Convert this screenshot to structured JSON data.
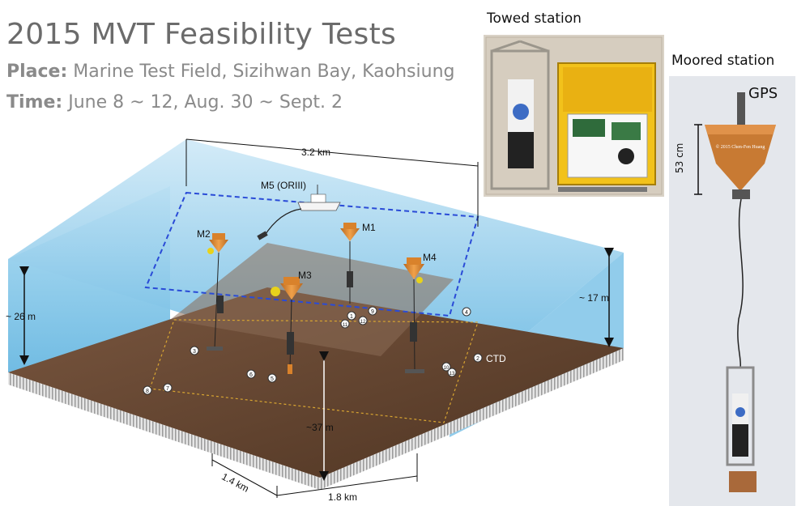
{
  "header": {
    "title": "2015 MVT Feasibility Tests",
    "place_label": "Place:",
    "place_value": "Marine Test Field, Sizihwan Bay, Kaohsiung",
    "time_label": "Time:",
    "time_value": "June 8 ~ 12, Aug. 30 ~ Sept. 2"
  },
  "towed": {
    "label": "Towed station"
  },
  "moored": {
    "label": "Moored station",
    "gps_label": "GPS",
    "height_label": "53 cm",
    "copyright": "© 2015 Chen-Fen Huang"
  },
  "diagram": {
    "width_label": "3.2 km",
    "depth_left_label": "~ 26 m",
    "depth_right_label": "~ 17 m",
    "depth_center_label": "~37 m",
    "dim_left_label": "1.4 km",
    "dim_bottom_label": "1.8 km",
    "ship_label": "M5 (ORIII)",
    "ctd_label": "CTD",
    "moorings": [
      "M1",
      "M2",
      "M3",
      "M4"
    ],
    "markers": [
      "1",
      "2",
      "3",
      "4",
      "5",
      "6",
      "7",
      "8",
      "9",
      "10",
      "11",
      "12",
      "13"
    ]
  },
  "colors": {
    "water": "#7fc4e6",
    "seabed": "#6b4a34",
    "buoy": "#d9822b",
    "crate": "#f2c21b",
    "dashed_box": "#2a4bd7"
  }
}
